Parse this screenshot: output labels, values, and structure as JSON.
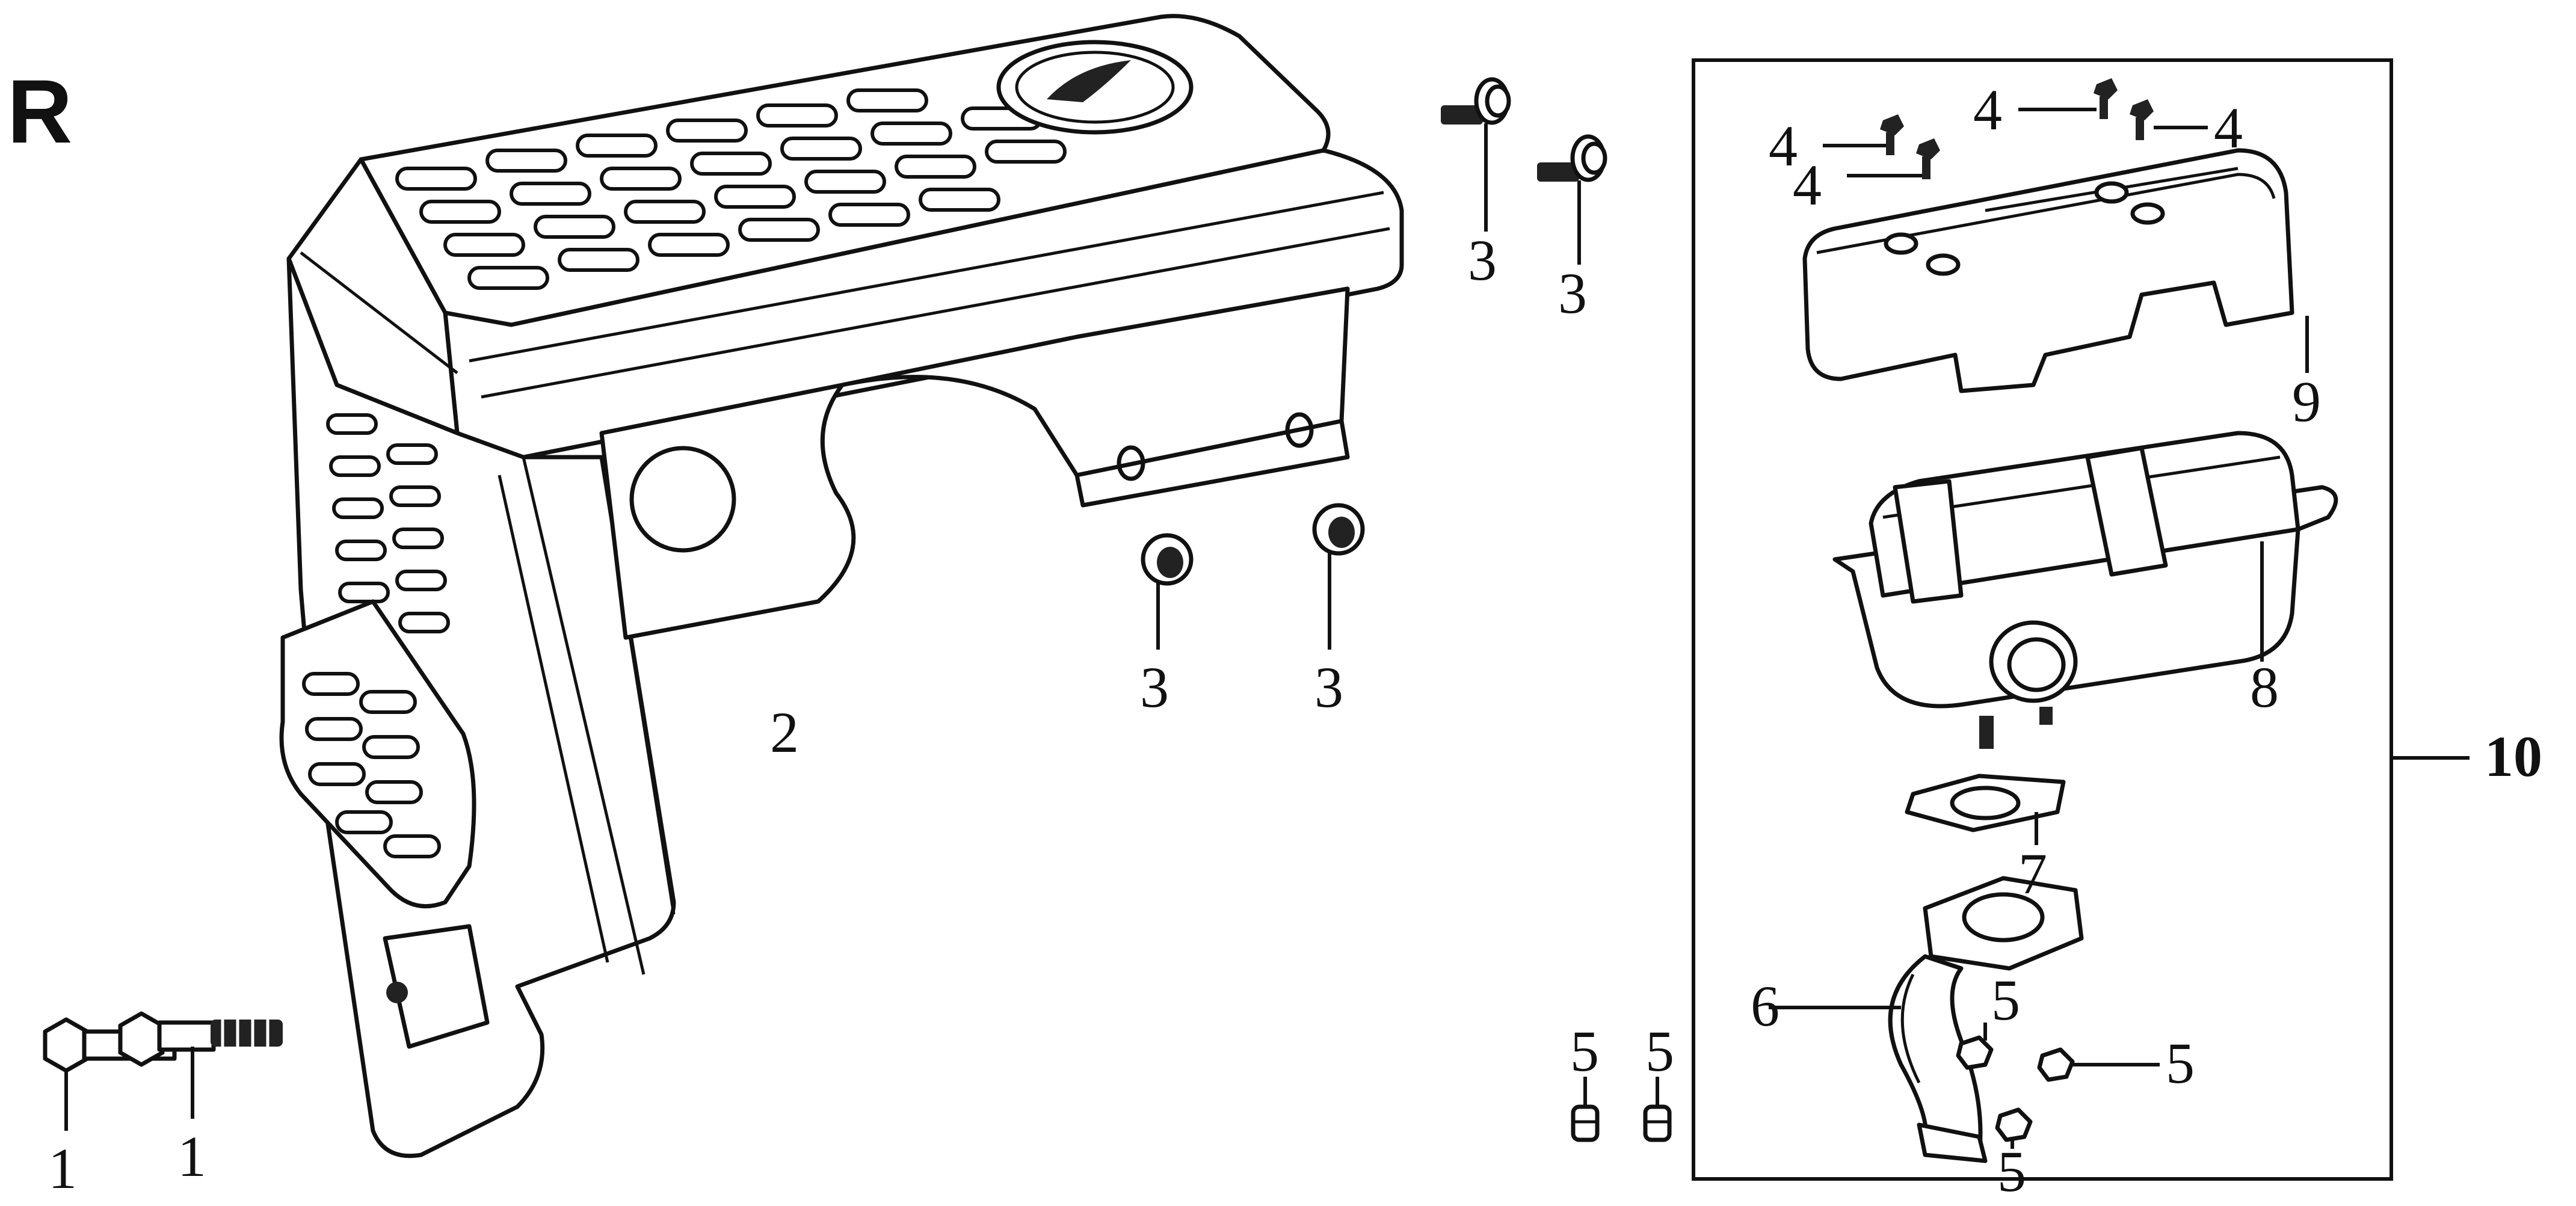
{
  "diagram": {
    "section_letter": "R",
    "callouts": [
      {
        "id": "c1a",
        "text": "1"
      },
      {
        "id": "c1b",
        "text": "1"
      },
      {
        "id": "c2",
        "text": "2"
      },
      {
        "id": "c3a",
        "text": "3"
      },
      {
        "id": "c3b",
        "text": "3"
      },
      {
        "id": "c3c",
        "text": "3"
      },
      {
        "id": "c3d",
        "text": "3"
      },
      {
        "id": "c4a",
        "text": "4"
      },
      {
        "id": "c4b",
        "text": "4"
      },
      {
        "id": "c4c",
        "text": "4"
      },
      {
        "id": "c4d",
        "text": "4"
      },
      {
        "id": "c5a",
        "text": "5"
      },
      {
        "id": "c5b",
        "text": "5"
      },
      {
        "id": "c5c",
        "text": "5"
      },
      {
        "id": "c5d",
        "text": "5"
      },
      {
        "id": "c5e",
        "text": "5"
      },
      {
        "id": "c6",
        "text": "6"
      },
      {
        "id": "c7",
        "text": "7"
      },
      {
        "id": "c8",
        "text": "8"
      },
      {
        "id": "c9",
        "text": "9"
      },
      {
        "id": "c10",
        "text": "10"
      }
    ]
  },
  "colors": {
    "line": "#111111",
    "background": "#ffffff"
  }
}
